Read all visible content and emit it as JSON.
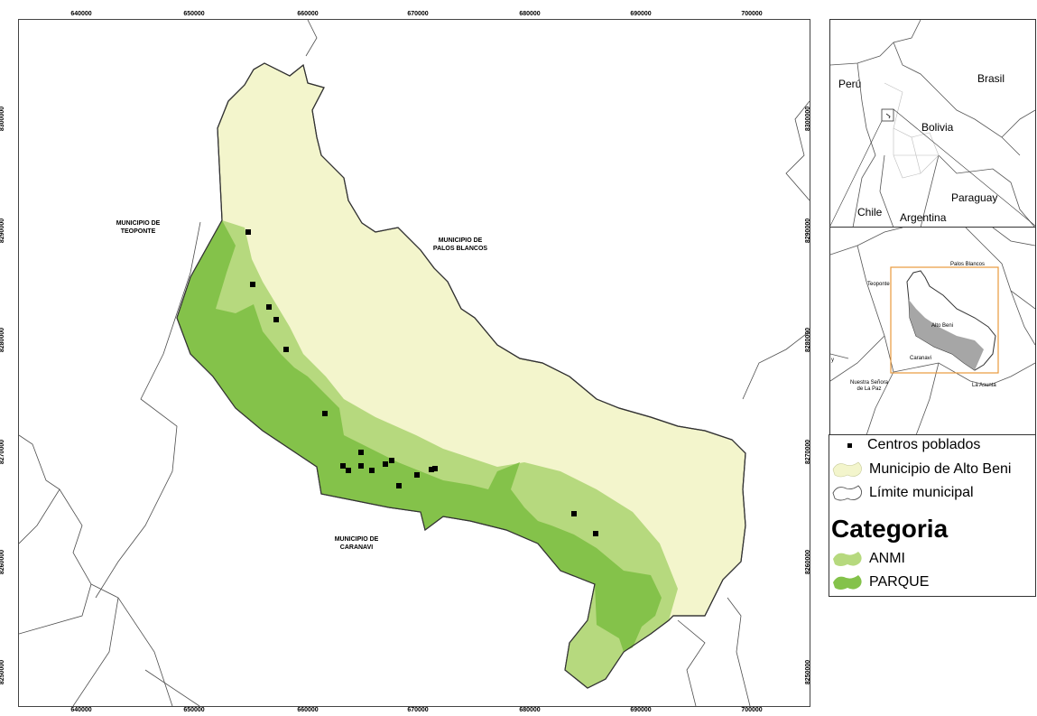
{
  "colors": {
    "alto_beni": "#f3f5cc",
    "anmi": "#b6d97e",
    "parque": "#84c24a",
    "municipal_line": "#4d4d4d",
    "area_border": "#333333",
    "inset_frame": "#e89a3c",
    "inset_highlight": "#a6a6a6"
  },
  "main_map": {
    "x_ticks": [
      "640000",
      "650000",
      "660000",
      "670000",
      "680000",
      "690000",
      "700000"
    ],
    "y_ticks": [
      "8300000",
      "8290000",
      "8280000",
      "8270000",
      "8260000",
      "8250000"
    ],
    "labels": {
      "teoponte": [
        "MUNICIPIO DE",
        "TEOPONTE"
      ],
      "palos_blancos": [
        "MUNICIPIO DE",
        "PALOS BLANCOS"
      ],
      "caranavi": [
        "MUNICIPIO DE",
        "CARANAVI"
      ]
    }
  },
  "inset_country": {
    "labels": {
      "peru": "Perú",
      "brasil": "Brasil",
      "bolivia": "Bolivia",
      "paraguay": "Paraguay",
      "chile": "Chile",
      "argentina": "Argentina"
    }
  },
  "inset_region": {
    "labels": {
      "palos_blancos": "Palos Blancos",
      "teoponte": "Teoponte",
      "alto_beni": "Alto Beni",
      "caranavi": "Caranavi",
      "nuestra": [
        "Nuestra Señora",
        "de La Paz"
      ],
      "la_asunta": "La Asunta",
      "edge_y": "y"
    }
  },
  "legend": {
    "centros": "Centros poblados",
    "municipio": "Municipio de Alto Beni",
    "limite": "Límite municipal",
    "heading": "Categoria",
    "anmi": "ANMI",
    "parque": "PARQUE"
  }
}
